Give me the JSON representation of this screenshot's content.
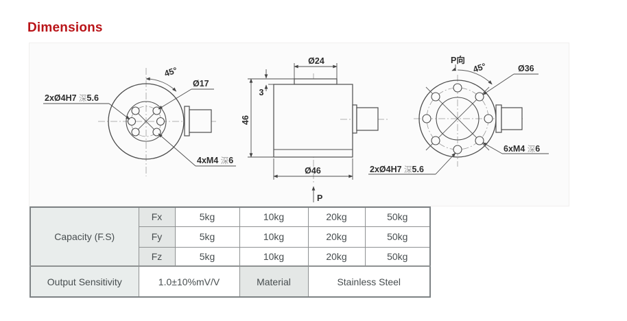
{
  "page": {
    "title": "Dimensions",
    "colors": {
      "title": "#b91418",
      "drawing_line": "#4c4c4c",
      "centerline": "#9a9a9a",
      "table_border": "#7d8284",
      "cell_label_bg": "#e9edec",
      "cell_axis_bg": "#e4e7e6",
      "canvas_bg": "#fbfbfb"
    }
  },
  "drawing": {
    "front_view": {
      "angle": "45°",
      "bolt_circle_dia": "Ø17",
      "dowel_holes": "2xØ4H7 深5.6",
      "thread_holes": "4xM4 深6"
    },
    "side_view": {
      "top_dia": "Ø24",
      "boss_height": "3",
      "body_height": "46",
      "base_dia": "Ø46",
      "load_arrow": "P"
    },
    "rear_view": {
      "view_label": "P向",
      "angle": "45°",
      "bolt_circle_dia": "Ø36",
      "thread_holes": "6xM4 深6",
      "dowel_holes": "2xØ4H7 深5.6"
    }
  },
  "spec_table": {
    "capacity_label": "Capacity (F.S)",
    "rows": [
      {
        "axis": "Fx",
        "values": [
          "5kg",
          "10kg",
          "20kg",
          "50kg"
        ]
      },
      {
        "axis": "Fy",
        "values": [
          "5kg",
          "10kg",
          "20kg",
          "50kg"
        ]
      },
      {
        "axis": "Fz",
        "values": [
          "5kg",
          "10kg",
          "20kg",
          "50kg"
        ]
      }
    ],
    "output_sensitivity_label": "Output Sensitivity",
    "output_sensitivity_value": "1.0±10%mV/V",
    "material_label": "Material",
    "material_value": "Stainless Steel"
  }
}
